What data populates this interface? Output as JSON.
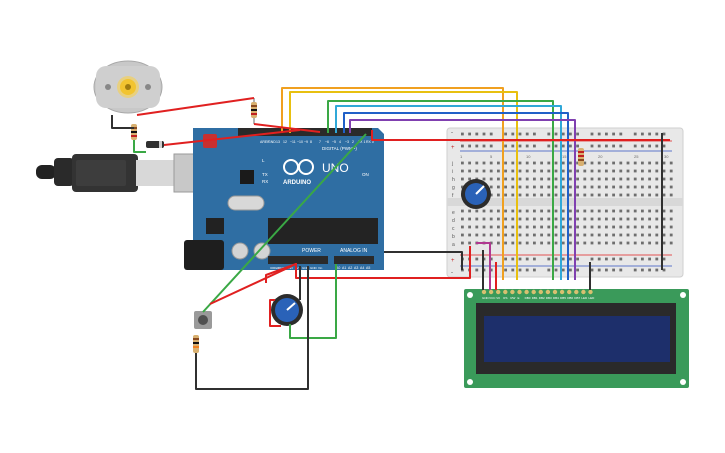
{
  "arduino": {
    "brand_label": "ARDUINO",
    "model_label": "UNO",
    "digital_label": "DIGITAL (PWM~)",
    "power_label": "POWER",
    "analog_label": "ANALOG IN",
    "on_label": "ON",
    "led_l_label": "L",
    "led_tx_label": "TX",
    "led_rx_label": "RX",
    "aref_label": "AREF",
    "gnd_label": "GND",
    "pin_13": "13",
    "pin_12": "12",
    "pin_11": "~11",
    "pin_10": "~10",
    "pin_9": "~9",
    "pin_8": "8",
    "pin_7": "7",
    "pin_6": "~6",
    "pin_5": "~5",
    "pin_4": "4",
    "pin_3": "~3",
    "pin_2": "2",
    "pin_tx": "TX 1",
    "pin_rx": "RX 0",
    "pow_ioref": "IOREF",
    "pow_reset": "RESET",
    "pow_3v3": "3.3V",
    "pow_5v": "5V",
    "pow_gnd1": "GND",
    "pow_gnd2": "GND",
    "pow_vin": "Vin",
    "an_a0": "A0",
    "an_a1": "A1",
    "an_a2": "A2",
    "an_a3": "A3",
    "an_a4": "A4",
    "an_a5": "A5"
  },
  "breadboard": {
    "row_labels_top": [
      "j",
      "i",
      "h",
      "g",
      "f"
    ],
    "row_labels_bottom": [
      "e",
      "d",
      "c",
      "b",
      "a"
    ],
    "col_numbers": [
      "1",
      "5",
      "10",
      "15",
      "20",
      "25",
      "30"
    ],
    "rail_plus": "+",
    "rail_minus": "-"
  },
  "lcd": {
    "pin_labels": [
      "GND",
      "VCC",
      "V0",
      "RS",
      "RW",
      "E",
      "DB0",
      "DB1",
      "DB2",
      "DB3",
      "DB4",
      "DB5",
      "DB6",
      "DB7",
      "LED",
      "LED"
    ]
  },
  "colors": {
    "arduino_board": "#2f6ea3",
    "breadboard": "#e8e8e8",
    "lcd_pcb": "#3a9a5a",
    "lcd_screen": "#1d2f6b",
    "wire_red": "#e02020",
    "wire_black": "#303030",
    "wire_orange": "#f0a020",
    "wire_yellow": "#e8c010",
    "wire_green": "#3aa845",
    "wire_cyan": "#30a8d8",
    "wire_blue": "#2060c8",
    "wire_purple": "#8040b0",
    "wire_magenta": "#b03890"
  }
}
